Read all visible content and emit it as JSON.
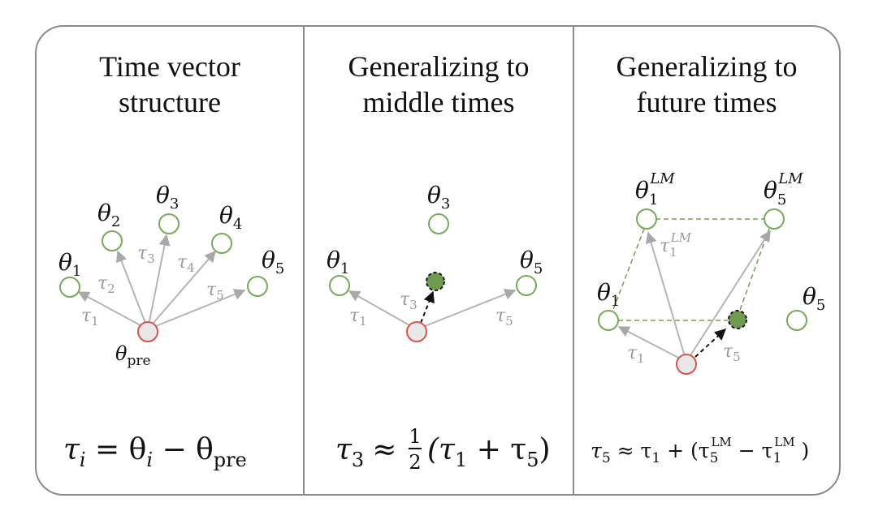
{
  "panels": [
    {
      "title_line1": "Time vector",
      "title_line2": "structure",
      "theta_labels": [
        "θ",
        "θ",
        "θ",
        "θ",
        "θ"
      ],
      "theta_subs": [
        "1",
        "2",
        "3",
        "4",
        "5"
      ],
      "tau_labels": [
        "τ",
        "τ",
        "τ",
        "τ",
        "τ"
      ],
      "tau_subs": [
        "1",
        "2",
        "3",
        "4",
        "5"
      ],
      "pre_label": "θ",
      "pre_sub": "pre",
      "formula": {
        "lhs": "τ",
        "lhs_sub": "i",
        "eq": " = θ",
        "mid_sub": "i",
        "minus": " − θ",
        "end_sub": "pre"
      }
    },
    {
      "title_line1": "Generalizing to",
      "title_line2": "middle times",
      "theta_labels": [
        "θ",
        "θ",
        "θ"
      ],
      "theta_subs": [
        "1",
        "3",
        "5"
      ],
      "tau_labels": [
        "τ",
        "τ",
        "τ"
      ],
      "tau_subs": [
        "1",
        "3",
        "5"
      ],
      "formula": {
        "lhs": "τ",
        "lhs_sub": "3",
        "approx": "≈",
        "frac_num": "1",
        "frac_den": "2",
        "paren_open": "(τ",
        "s1": "1",
        "plus": " + τ",
        "s2": "5",
        "paren_close": ")"
      }
    },
    {
      "title_line1": "Generalizing to",
      "title_line2": "future times",
      "theta_labels": [
        "θ",
        "θ",
        "θ",
        "θ"
      ],
      "theta_subs": [
        "1",
        "1",
        "5",
        "5"
      ],
      "theta_sups": [
        "LM",
        "",
        "LM",
        ""
      ],
      "tau_labels": [
        "τ",
        "τ",
        "τ"
      ],
      "tau_subs": [
        "1",
        "1",
        "5"
      ],
      "tau_sups": [
        "LM",
        "",
        ""
      ],
      "formula": {
        "lhs": "τ",
        "lhs_sub": "5",
        "approx": " ≈ τ",
        "s1": "1",
        "plus_open": " + (τ",
        "s2": "5",
        "sup2": "LM",
        "minus": " − τ",
        "s3": "1",
        "sup3": "LM",
        "close": " )"
      }
    }
  ],
  "colors": {
    "frame": "#888888",
    "node_green": "#7aa85a",
    "node_fill_green": "#6f9a4f",
    "node_red": "#d9534f",
    "node_fill_gray": "#e8e8e8",
    "arrow_gray": "#b5b5b5",
    "dashed_green": "#7a9a5a"
  }
}
